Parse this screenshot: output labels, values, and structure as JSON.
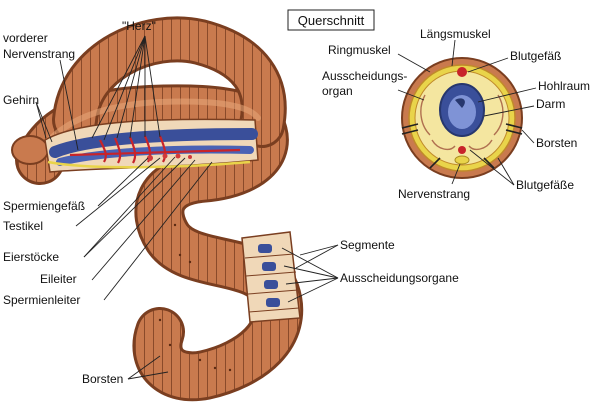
{
  "labels": {
    "herz": "\"Herz\"",
    "vorderer": "vorderer",
    "nervenstrang_main": "Nervenstrang",
    "gehirn": "Gehirn",
    "spermiengefaess": "Spermiengefäß",
    "testikel": "Testikel",
    "eierstoecke": "Eierstöcke",
    "eileiter": "Eileiter",
    "spermienleiter": "Spermienleiter",
    "borsten_main": "Borsten",
    "segmente": "Segmente",
    "ausscheidungsorgane": "Ausscheidungsorgane"
  },
  "cross_section": {
    "title": "Querschnitt",
    "laengsmuskel": "Längsmuskel",
    "ringmuskel": "Ringmuskel",
    "blutgefaess": "Blutgefäß",
    "ausscheidungs_1": "Ausscheidungs-",
    "ausscheidungs_2": "organ",
    "hohlraum": "Hohlraum",
    "darm": "Darm",
    "borsten": "Borsten",
    "nervenstrang": "Nervenstrang",
    "blutgefaesse": "Blutgefäße"
  },
  "colors": {
    "skin": "#c97a4e",
    "skin_dark": "#8a4a2a",
    "skin_light": "#e8a77a",
    "vessel_blue": "#3a4f9a",
    "vessel_red": "#c8242a",
    "gland_yellow": "#e9d44a"
  }
}
